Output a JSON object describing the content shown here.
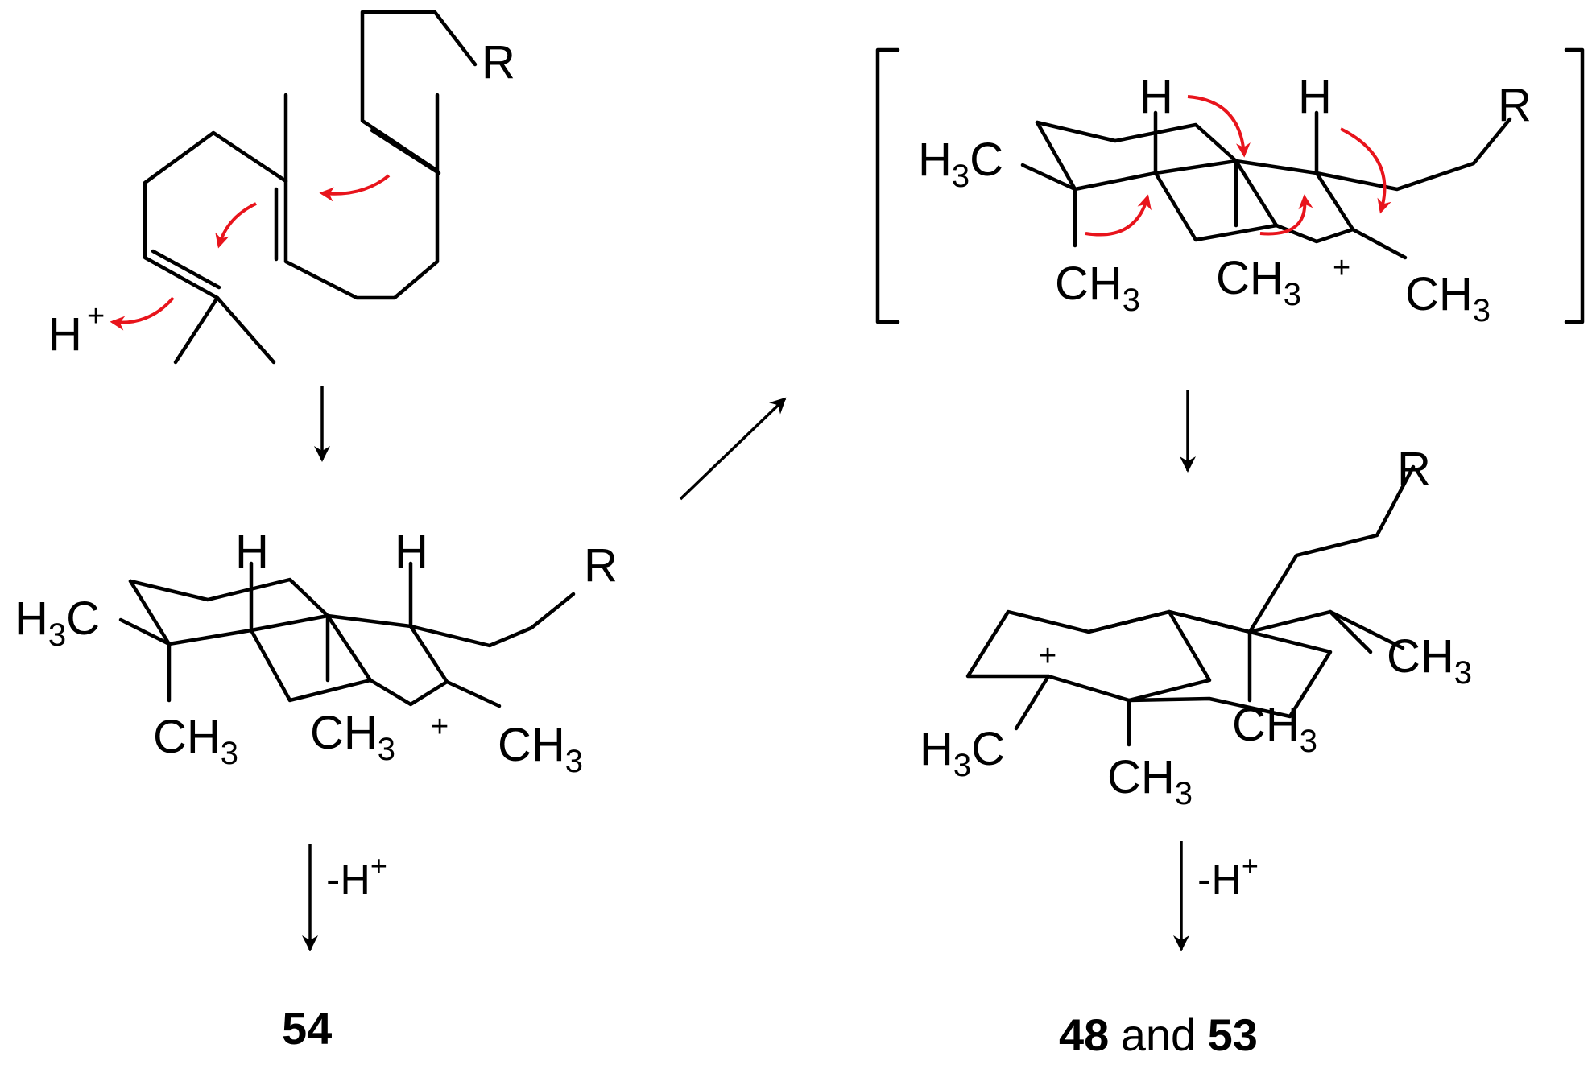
{
  "scheme": {
    "labels": {
      "R": "R",
      "H": "H",
      "C": "C",
      "H3C_H": "H",
      "sub3": "3",
      "CH": "CH",
      "plus": "+"
    },
    "conditions": {
      "minus_h": "-H",
      "plus": "+"
    },
    "products": {
      "left_number": "54",
      "right_first": "48",
      "right_and": "and",
      "right_second": "53"
    }
  }
}
